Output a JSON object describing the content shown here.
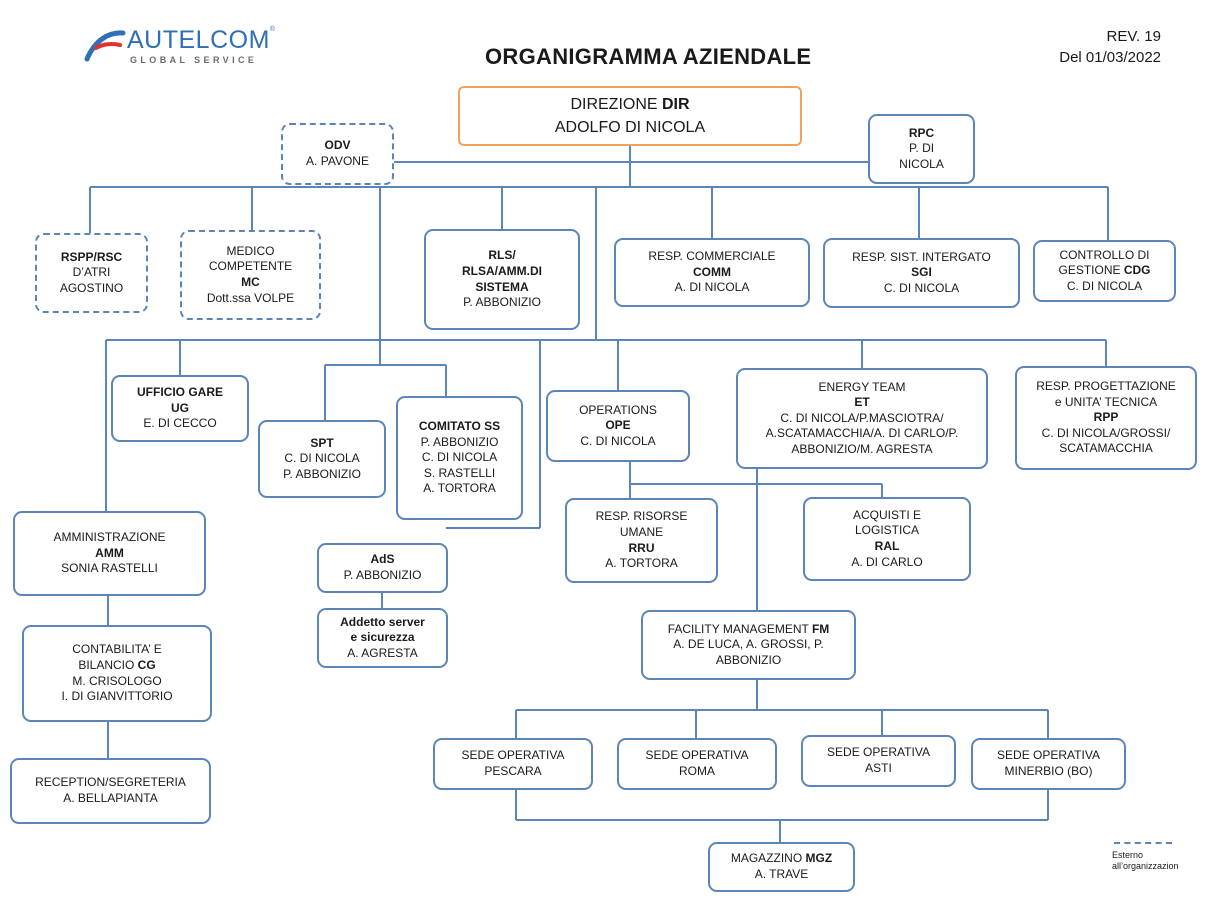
{
  "header": {
    "logo_text": "AUTELCOM",
    "logo_reg": "®",
    "logo_tagline": "GLOBAL SERVICE",
    "title": "ORGANIGRAMMA AZIENDALE",
    "revision": "REV. 19",
    "date": "Del 01/03/2022"
  },
  "colors": {
    "box_border": "#5b84b8",
    "direction_border": "#f2a15c",
    "connector": "#5b84b8",
    "logo_blue": "#2f6fb6",
    "logo_red": "#e2312d"
  },
  "legend": {
    "line1": "Esterno",
    "line2": "all’organizzazion"
  },
  "nodes": {
    "dir": [
      {
        "pre": "DIREZIONE ",
        "bold": "DIR",
        "post": ""
      },
      {
        "pre": "ADOLFO DI NICOLA",
        "bold": "",
        "post": ""
      }
    ],
    "odv": [
      {
        "pre": "",
        "bold": "ODV",
        "post": ""
      },
      {
        "pre": "A. PAVONE",
        "bold": "",
        "post": ""
      }
    ],
    "rpc": [
      {
        "pre": "",
        "bold": "RPC",
        "post": ""
      },
      {
        "pre": "P. DI",
        "bold": "",
        "post": ""
      },
      {
        "pre": "NICOLA",
        "bold": "",
        "post": ""
      }
    ],
    "rspp": [
      {
        "pre": "",
        "bold": "RSPP/RSC",
        "post": ""
      },
      {
        "pre": "D’ATRI",
        "bold": "",
        "post": ""
      },
      {
        "pre": "AGOSTINO",
        "bold": "",
        "post": ""
      }
    ],
    "mc": [
      {
        "pre": "MEDICO",
        "bold": "",
        "post": ""
      },
      {
        "pre": "COMPETENTE",
        "bold": "",
        "post": ""
      },
      {
        "pre": "",
        "bold": "MC",
        "post": ""
      },
      {
        "pre": "Dott.ssa VOLPE",
        "bold": "",
        "post": ""
      }
    ],
    "rls": [
      {
        "pre": "",
        "bold": "RLS/",
        "post": ""
      },
      {
        "pre": "",
        "bold": "RLSA/AMM.DI",
        "post": ""
      },
      {
        "pre": "",
        "bold": "SISTEMA",
        "post": ""
      },
      {
        "pre": "P. ABBONIZIO",
        "bold": "",
        "post": ""
      }
    ],
    "comm": [
      {
        "pre": "RESP. COMMERCIALE",
        "bold": "",
        "post": ""
      },
      {
        "pre": "",
        "bold": "COMM",
        "post": ""
      },
      {
        "pre": "A. DI NICOLA",
        "bold": "",
        "post": ""
      }
    ],
    "sgi": [
      {
        "pre": "RESP. SIST. INTERGATO",
        "bold": "",
        "post": ""
      },
      {
        "pre": "",
        "bold": "SGI",
        "post": ""
      },
      {
        "pre": "C. DI NICOLA",
        "bold": "",
        "post": ""
      }
    ],
    "cdg": [
      {
        "pre": "CONTROLLO DI",
        "bold": "",
        "post": ""
      },
      {
        "pre": "GESTIONE ",
        "bold": "CDG",
        "post": ""
      },
      {
        "pre": "C. DI NICOLA",
        "bold": "",
        "post": ""
      }
    ],
    "ug": [
      {
        "pre": "",
        "bold": "UFFICIO GARE",
        "post": ""
      },
      {
        "pre": "",
        "bold": "UG",
        "post": ""
      },
      {
        "pre": "E. DI CECCO",
        "bold": "",
        "post": ""
      }
    ],
    "spt": [
      {
        "pre": "",
        "bold": "SPT",
        "post": ""
      },
      {
        "pre": "C. DI NICOLA",
        "bold": "",
        "post": ""
      },
      {
        "pre": "P. ABBONIZIO",
        "bold": "",
        "post": ""
      }
    ],
    "comitato": [
      {
        "pre": "",
        "bold": "COMITATO SS",
        "post": ""
      },
      {
        "pre": "P. ABBONIZIO",
        "bold": "",
        "post": ""
      },
      {
        "pre": "C. DI NICOLA",
        "bold": "",
        "post": ""
      },
      {
        "pre": "S. RASTELLI",
        "bold": "",
        "post": ""
      },
      {
        "pre": "A. TORTORA",
        "bold": "",
        "post": ""
      }
    ],
    "ope": [
      {
        "pre": "OPERATIONS",
        "bold": "",
        "post": ""
      },
      {
        "pre": "",
        "bold": "OPE",
        "post": ""
      },
      {
        "pre": "C. DI NICOLA",
        "bold": "",
        "post": ""
      }
    ],
    "et": [
      {
        "pre": "ENERGY TEAM",
        "bold": "",
        "post": ""
      },
      {
        "pre": "",
        "bold": "ET",
        "post": ""
      },
      {
        "pre": "C. DI NICOLA/P.MASCIOTRA/",
        "bold": "",
        "post": ""
      },
      {
        "pre": "A.SCATAMACCHIA/A. DI CARLO/P.",
        "bold": "",
        "post": ""
      },
      {
        "pre": "ABBONIZIO/M. AGRESTA",
        "bold": "",
        "post": ""
      }
    ],
    "rpp": [
      {
        "pre": "RESP. PROGETTAZIONE",
        "bold": "",
        "post": ""
      },
      {
        "pre": "e UNITA’ TECNICA",
        "bold": "",
        "post": ""
      },
      {
        "pre": "",
        "bold": "RPP",
        "post": ""
      },
      {
        "pre": "C. DI NICOLA/GROSSI/",
        "bold": "",
        "post": ""
      },
      {
        "pre": "SCATAMACCHIA",
        "bold": "",
        "post": ""
      }
    ],
    "amm": [
      {
        "pre": "AMMINISTRAZIONE",
        "bold": "",
        "post": ""
      },
      {
        "pre": "",
        "bold": "AMM",
        "post": ""
      },
      {
        "pre": "SONIA RASTELLI",
        "bold": "",
        "post": ""
      }
    ],
    "ads": [
      {
        "pre": "",
        "bold": "AdS",
        "post": ""
      },
      {
        "pre": "P. ABBONIZIO",
        "bold": "",
        "post": ""
      }
    ],
    "server": [
      {
        "pre": "",
        "bold": "Addetto server",
        "post": ""
      },
      {
        "pre": "",
        "bold": "e sicurezza",
        "post": ""
      },
      {
        "pre": "A. AGRESTA",
        "bold": "",
        "post": ""
      }
    ],
    "rru": [
      {
        "pre": "RESP. RISORSE",
        "bold": "",
        "post": ""
      },
      {
        "pre": "UMANE",
        "bold": "",
        "post": ""
      },
      {
        "pre": "",
        "bold": "RRU",
        "post": ""
      },
      {
        "pre": "A. TORTORA",
        "bold": "",
        "post": ""
      }
    ],
    "ral": [
      {
        "pre": "ACQUISTI E",
        "bold": "",
        "post": ""
      },
      {
        "pre": "LOGISTICA",
        "bold": "",
        "post": ""
      },
      {
        "pre": "",
        "bold": "RAL",
        "post": ""
      },
      {
        "pre": "A. DI CARLO",
        "bold": "",
        "post": ""
      }
    ],
    "fm": [
      {
        "pre": "FACILITY MANAGEMENT ",
        "bold": "FM",
        "post": ""
      },
      {
        "pre": "A. DE LUCA, A. GROSSI, P.",
        "bold": "",
        "post": ""
      },
      {
        "pre": "ABBONIZIO",
        "bold": "",
        "post": ""
      }
    ],
    "cg": [
      {
        "pre": "CONTABILITA’ E",
        "bold": "",
        "post": ""
      },
      {
        "pre": "BILANCIO ",
        "bold": "CG",
        "post": ""
      },
      {
        "pre": "M. CRISOLOGO",
        "bold": "",
        "post": ""
      },
      {
        "pre": "I. DI GIANVITTORIO",
        "bold": "",
        "post": ""
      }
    ],
    "reception": [
      {
        "pre": "RECEPTION/SEGRETERIA",
        "bold": "",
        "post": ""
      },
      {
        "pre": "A. BELLAPIANTA",
        "bold": "",
        "post": ""
      }
    ],
    "pescara": [
      {
        "pre": "SEDE OPERATIVA",
        "bold": "",
        "post": ""
      },
      {
        "pre": "PESCARA",
        "bold": "",
        "post": ""
      }
    ],
    "roma": [
      {
        "pre": "SEDE OPERATIVA",
        "bold": "",
        "post": ""
      },
      {
        "pre": "ROMA",
        "bold": "",
        "post": ""
      }
    ],
    "asti": [
      {
        "pre": "SEDE OPERATIVA",
        "bold": "",
        "post": ""
      },
      {
        "pre": "ASTI",
        "bold": "",
        "post": ""
      }
    ],
    "minerbio": [
      {
        "pre": "SEDE OPERATIVA",
        "bold": "",
        "post": ""
      },
      {
        "pre": "MINERBIO (BO)",
        "bold": "",
        "post": ""
      }
    ],
    "mgz": [
      {
        "pre": "MAGAZZINO ",
        "bold": "MGZ",
        "post": ""
      },
      {
        "pre": "A. TRAVE",
        "bold": "",
        "post": ""
      }
    ]
  }
}
